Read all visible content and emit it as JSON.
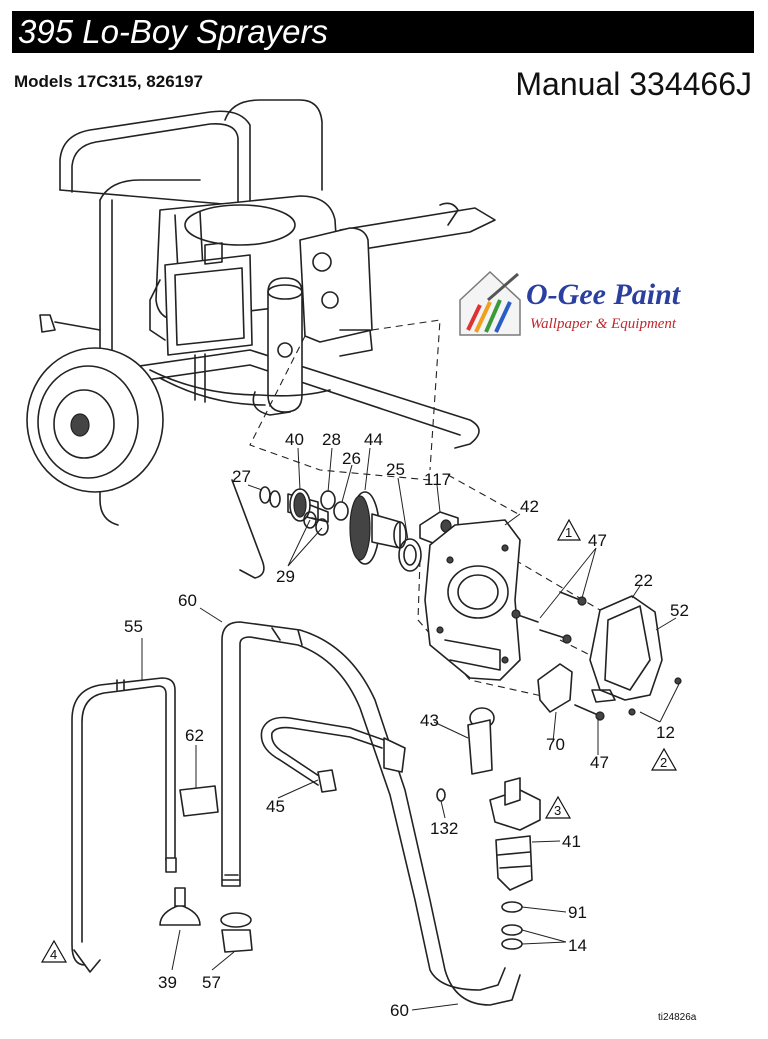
{
  "header": {
    "title": "395 Lo-Boy Sprayers",
    "models": "Models 17C315, 826197",
    "manual": "Manual 334466J"
  },
  "logo": {
    "name": "O-Gee Paint",
    "tagline": "Wallpaper & Equipment",
    "icon": "house-paint-logo-icon"
  },
  "figure_id": "ti24826a",
  "callouts": {
    "p40": "40",
    "p28": "28",
    "p44": "44",
    "p26": "26",
    "p27": "27",
    "p25": "25",
    "p117": "117",
    "p42": "42",
    "p47a": "47",
    "p29": "29",
    "p60a": "60",
    "p22": "22",
    "p55": "55",
    "p52": "52",
    "p62": "62",
    "p43": "43",
    "p12": "12",
    "p70": "70",
    "p47b": "47",
    "p45": "45",
    "p132": "132",
    "p41": "41",
    "p91": "91",
    "p14": "14",
    "p39": "39",
    "p57": "57",
    "p60b": "60"
  },
  "warnings": {
    "w1": "1",
    "w2": "2",
    "w3": "3",
    "w4": "4"
  }
}
